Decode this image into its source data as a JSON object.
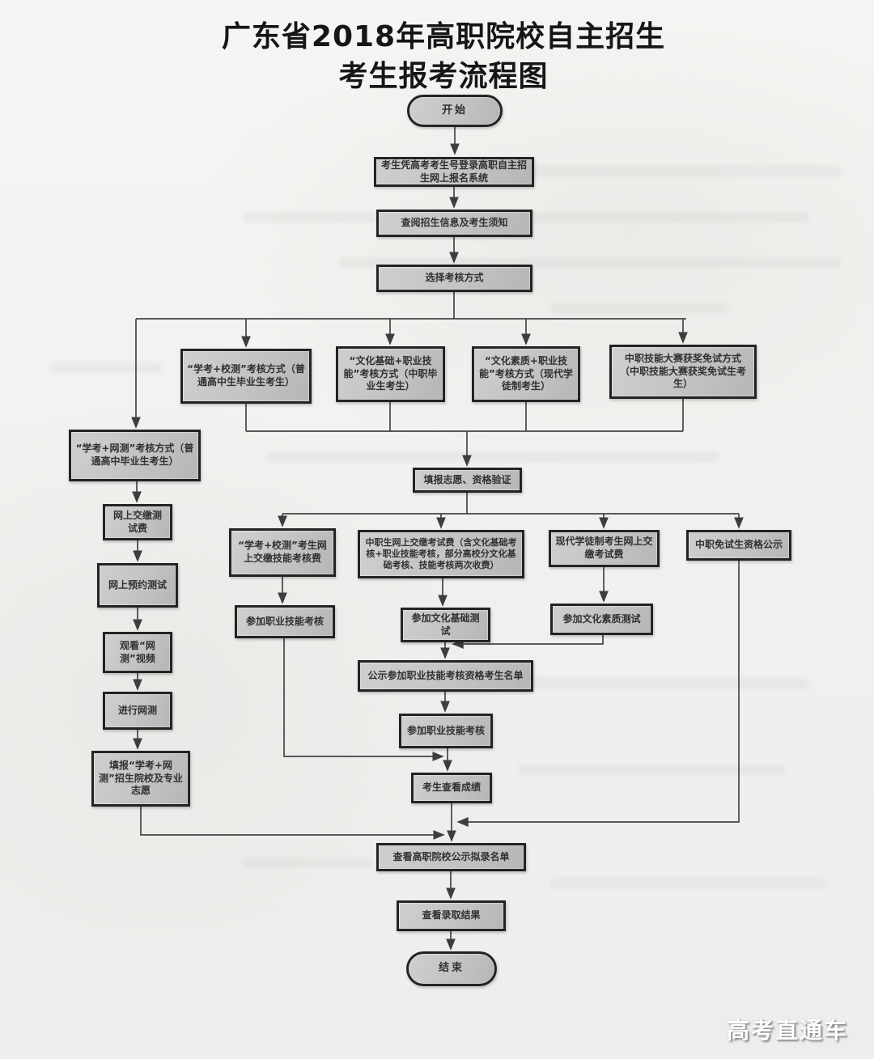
{
  "title": {
    "line1": "广东省2018年高职院校自主招生",
    "line2": "考生报考流程图"
  },
  "watermark": "高考直通车",
  "colors": {
    "background": "#f1f1ef",
    "box_fill": "#c3c3c2",
    "box_border": "#232323",
    "line": "#454545",
    "title_text": "#161616",
    "watermark_text": "#ffffff"
  },
  "diagram": {
    "type": "flowchart",
    "nodes": {
      "start": {
        "type": "terminator",
        "label": "开始"
      },
      "login": {
        "type": "process",
        "label": "考生凭高考考生号登录高职自主招生网上报名系统"
      },
      "check_info": {
        "type": "process",
        "label": "查阅招生信息及考生须知"
      },
      "choose_method": {
        "type": "process",
        "label": "选择考核方式"
      },
      "method_xiaoce": {
        "type": "process",
        "label": "“学考+校测”考核方式（普通高中生毕业生考生）"
      },
      "method_wenhua_jichu": {
        "type": "process",
        "label": "“文化基础+职业技能”考核方式（中职毕业生考生）"
      },
      "method_wenhua_suzhi": {
        "type": "process",
        "label": "“文化素质+职业技能”考核方式（现代学徒制考生）"
      },
      "method_mianshi": {
        "type": "process",
        "label": "中职技能大赛获奖免试方式（中职技能大赛获奖免试生考生）"
      },
      "method_wangce": {
        "type": "process",
        "label": "“学考+网测”考核方式（普通高中毕业生考生）"
      },
      "pay_test_fee": {
        "type": "process",
        "label": "网上交缴测试费"
      },
      "book_test": {
        "type": "process",
        "label": "网上预约测试"
      },
      "watch_video": {
        "type": "process",
        "label": "观看“网测”视频"
      },
      "do_wangce": {
        "type": "process",
        "label": "进行网测"
      },
      "fill_wangce": {
        "type": "process",
        "label": "填报“学考+网测”招生院校及专业志愿"
      },
      "fill_zhiyuan": {
        "type": "process",
        "label": "填报志愿、资格验证"
      },
      "pay_skill_fee": {
        "type": "process",
        "label": "“学考+校测”考生网上交缴技能考核费"
      },
      "pay_zhongzhi_fee": {
        "type": "process",
        "label": "中职生网上交缴考试费（含文化基础考核+职业技能考核，部分高校分文化基础考核、技能考核两次收费）"
      },
      "pay_xuetu_fee": {
        "type": "process",
        "label": "现代学徒制考生网上交缴考试费"
      },
      "mianshi_publicity": {
        "type": "process",
        "label": "中职免试生资格公示"
      },
      "skill_test_left": {
        "type": "process",
        "label": "参加职业技能考核"
      },
      "culture_basic_test": {
        "type": "process",
        "label": "参加文化基础测试"
      },
      "culture_quality_test": {
        "type": "process",
        "label": "参加文化素质测试"
      },
      "skill_qualify_publicity": {
        "type": "process",
        "label": "公示参加职业技能考核资格考生名单"
      },
      "skill_test_center": {
        "type": "process",
        "label": "参加职业技能考核"
      },
      "view_score": {
        "type": "process",
        "label": "考生查看成绩"
      },
      "view_prelist": {
        "type": "process",
        "label": "查看高职院校公示拟录名单"
      },
      "view_result": {
        "type": "process",
        "label": "查看录取结果"
      },
      "end": {
        "type": "terminator",
        "label": "结束"
      }
    },
    "edges": [
      {
        "from": "start",
        "to": "login"
      },
      {
        "from": "login",
        "to": "check_info"
      },
      {
        "from": "check_info",
        "to": "choose_method"
      },
      {
        "from": "choose_method",
        "to": "method_wangce"
      },
      {
        "from": "choose_method",
        "to": "method_xiaoce"
      },
      {
        "from": "choose_method",
        "to": "method_wenhua_jichu"
      },
      {
        "from": "choose_method",
        "to": "method_wenhua_suzhi"
      },
      {
        "from": "choose_method",
        "to": "method_mianshi"
      },
      {
        "from": "method_xiaoce",
        "to": "fill_zhiyuan"
      },
      {
        "from": "method_wenhua_jichu",
        "to": "fill_zhiyuan"
      },
      {
        "from": "method_wenhua_suzhi",
        "to": "fill_zhiyuan"
      },
      {
        "from": "method_mianshi",
        "to": "fill_zhiyuan"
      },
      {
        "from": "method_wangce",
        "to": "pay_test_fee"
      },
      {
        "from": "pay_test_fee",
        "to": "book_test"
      },
      {
        "from": "book_test",
        "to": "watch_video"
      },
      {
        "from": "watch_video",
        "to": "do_wangce"
      },
      {
        "from": "do_wangce",
        "to": "fill_wangce"
      },
      {
        "from": "fill_wangce",
        "to": "view_prelist"
      },
      {
        "from": "fill_zhiyuan",
        "to": "pay_skill_fee"
      },
      {
        "from": "fill_zhiyuan",
        "to": "pay_zhongzhi_fee"
      },
      {
        "from": "fill_zhiyuan",
        "to": "pay_xuetu_fee"
      },
      {
        "from": "fill_zhiyuan",
        "to": "mianshi_publicity"
      },
      {
        "from": "pay_skill_fee",
        "to": "skill_test_left"
      },
      {
        "from": "pay_zhongzhi_fee",
        "to": "culture_basic_test"
      },
      {
        "from": "pay_xuetu_fee",
        "to": "culture_quality_test"
      },
      {
        "from": "culture_basic_test",
        "to": "skill_qualify_publicity"
      },
      {
        "from": "culture_quality_test",
        "to": "skill_qualify_publicity"
      },
      {
        "from": "skill_qualify_publicity",
        "to": "skill_test_center"
      },
      {
        "from": "skill_test_left",
        "to": "view_score"
      },
      {
        "from": "skill_test_center",
        "to": "view_score"
      },
      {
        "from": "view_score",
        "to": "view_prelist"
      },
      {
        "from": "mianshi_publicity",
        "to": "view_prelist"
      },
      {
        "from": "view_prelist",
        "to": "view_result"
      },
      {
        "from": "view_result",
        "to": "end"
      }
    ]
  }
}
